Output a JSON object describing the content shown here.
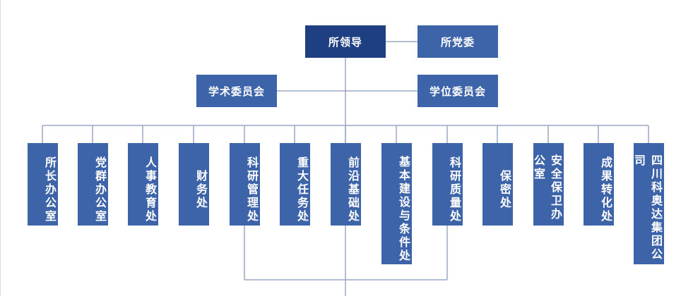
{
  "leader": "所领导",
  "party_committee": "所党委",
  "academic_committee": "学术委员会",
  "degree_committee": "学位委员会",
  "departments": [
    "所长办公室",
    "党群办公室",
    "人事教育处",
    "财务处",
    "科研管理处",
    "重大任务处",
    "前沿基础处",
    "基本建设与条件处",
    "科研质量处",
    "保密处",
    "安全保卫办公室",
    "成果转化处",
    "四川科奥达集团公司"
  ],
  "colors": {
    "box": "#3d63a8",
    "leader_box": "#1e3f82",
    "line": "#9aa8c4"
  }
}
